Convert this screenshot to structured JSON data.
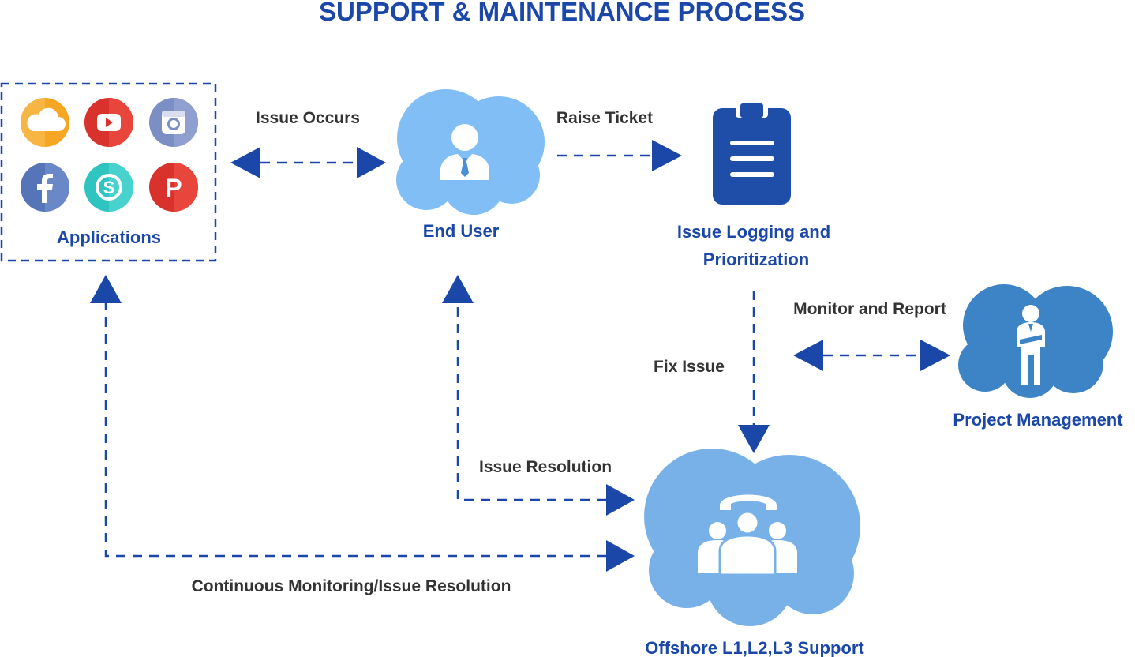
{
  "title": "SUPPORT & MAINTENANCE PROCESS",
  "nodes": {
    "applications": "Applications",
    "end_user": "End User",
    "issue_logging_line1": "Issue Logging and",
    "issue_logging_line2": "Prioritization",
    "project_management": "Project Management",
    "offshore_support": "Offshore L1,L2,L3 Support"
  },
  "edges": {
    "issue_occurs": "Issue Occurs",
    "raise_ticket": "Raise Ticket",
    "monitor_report": "Monitor and Report",
    "fix_issue": "Fix Issue",
    "issue_resolution": "Issue Resolution",
    "continuous_monitoring": "Continuous Monitoring/Issue Resolution"
  },
  "app_icons": [
    "cloud-icon",
    "youtube-icon",
    "instagram-icon",
    "facebook-icon",
    "skype-icon",
    "pinterest-icon"
  ],
  "colors": {
    "brand_blue": "#1a47a8",
    "cloud_light": "#7ab9f2",
    "cloud_mid": "#3d8bd4",
    "clipboard": "#1e4ea8"
  }
}
